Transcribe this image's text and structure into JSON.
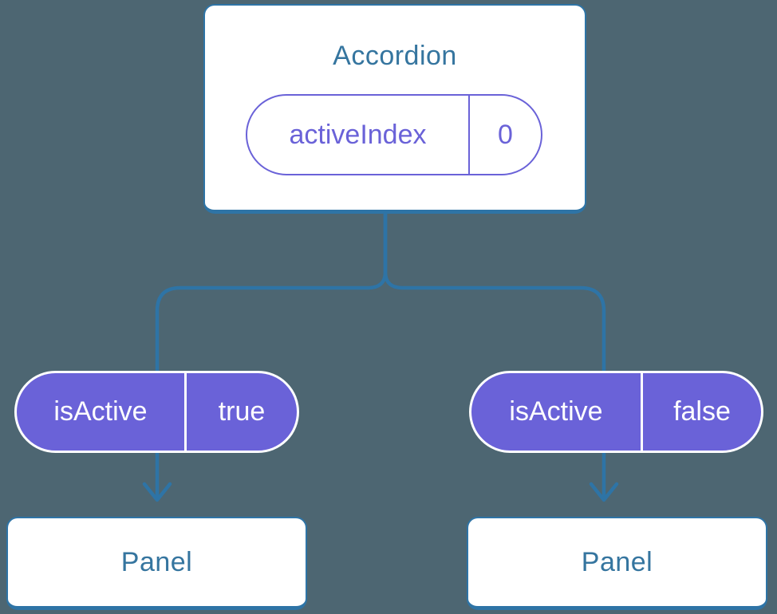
{
  "colors": {
    "background": "#4D6672",
    "connector_blue": "#2E74A6",
    "node_title_blue": "#35759F",
    "pill_purple": "#6A62D8",
    "node_background": "#FFFFFF",
    "pill_text_light": "#FFFFFF"
  },
  "tree": {
    "root": {
      "label": "Accordion",
      "state": {
        "name": "activeIndex",
        "value": "0"
      }
    },
    "branches": [
      {
        "prop": {
          "name": "isActive",
          "value": "true"
        },
        "child": {
          "label": "Panel"
        }
      },
      {
        "prop": {
          "name": "isActive",
          "value": "false"
        },
        "child": {
          "label": "Panel"
        }
      }
    ]
  }
}
